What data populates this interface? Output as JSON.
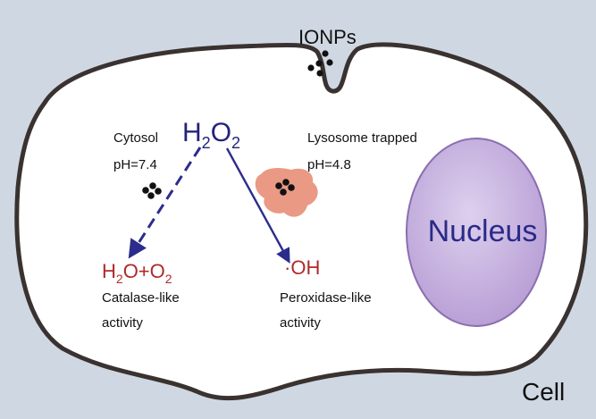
{
  "labels": {
    "ionps": "IONPs",
    "cytosol": "Cytosol",
    "cytosol_ph": "pH=7.4",
    "h2o2_main": "H",
    "h2o2_sub1": "2",
    "h2o2_o": "O",
    "h2o2_sub2": "2",
    "lysosome": "Lysosome trapped",
    "lysosome_ph": "pH=4.8",
    "nucleus": "Nucleus",
    "prod_h": "H",
    "prod_h_sub": "2",
    "prod_o_plus": "O+O",
    "prod_o_sub": "2",
    "oh": "·OH",
    "catalase_1": "Catalase-like",
    "catalase_2": "activity",
    "peroxidase_1": "Peroxidase-like",
    "peroxidase_2": "activity",
    "cell": "Cell"
  },
  "colors": {
    "background": "#cfd8e2",
    "cell_fill": "#ffffff",
    "cell_stroke": "#3a3230",
    "h2o2": "#23237a",
    "arrow": "#2c2c8c",
    "products": "#b02a2a",
    "nucleus_fill": "#c9b4e0",
    "nucleus_text": "#2a2a88",
    "lysosome": "#e8907a",
    "particles": "#111111"
  }
}
